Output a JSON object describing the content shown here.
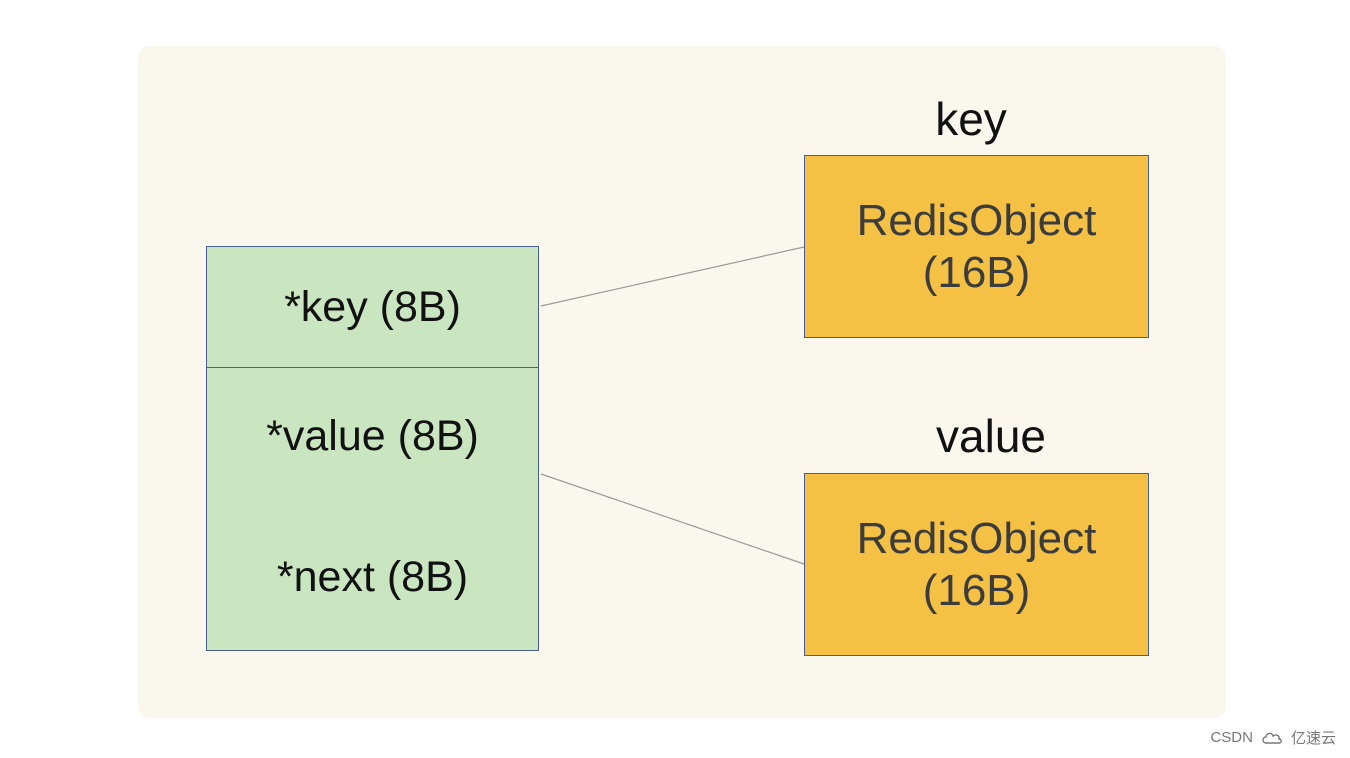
{
  "entry": {
    "key_field": "*key (8B)",
    "value_field": "*value (8B)",
    "next_field": "*next (8B)"
  },
  "objects": {
    "key": {
      "label": "key",
      "line1": "RedisObject",
      "line2": "(16B)"
    },
    "value": {
      "label": "value",
      "line1": "RedisObject",
      "line2": "(16B)"
    }
  },
  "watermark": {
    "source": "CSDN",
    "brand": "亿速云"
  },
  "colors": {
    "background_panel": "#faf8ee",
    "entry_fill": "#c9e6c0",
    "object_fill": "#f4c145",
    "border": "#4a5f8f",
    "connector": "#999999"
  }
}
